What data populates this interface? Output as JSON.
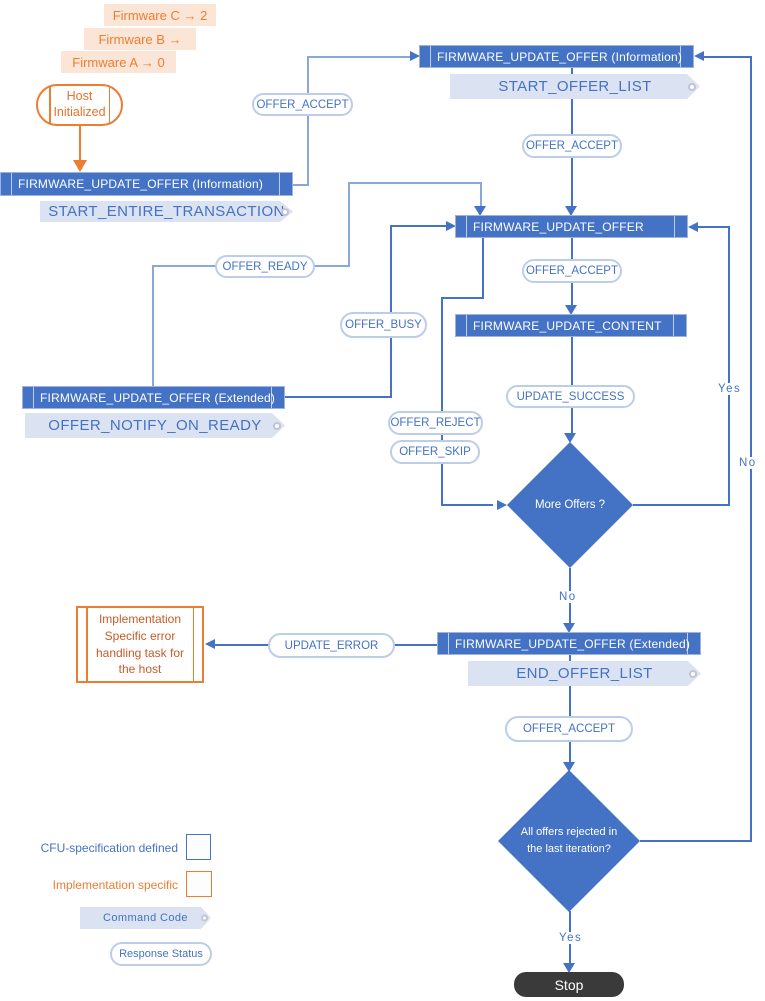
{
  "annotations": {
    "firmware_c": "Firmware C → 2",
    "firmware_b": "Firmware B →",
    "firmware_a": "Firmware A → 0"
  },
  "nodes": {
    "host": "Host Initialized",
    "offer_info_host": "FIRMWARE_UPDATE_OFFER (Information)",
    "offer_info_top": "FIRMWARE_UPDATE_OFFER (Information)",
    "offer": "FIRMWARE_UPDATE_OFFER",
    "content": "FIRMWARE_UPDATE_CONTENT",
    "offer_ext_notify": "FIRMWARE_UPDATE_OFFER (Extended)",
    "offer_ext_end": "FIRMWARE_UPDATE_OFFER (Extended)",
    "error_task": "Implementation Specific error handling task for the host",
    "stop": "Stop"
  },
  "command_tags": {
    "start_entire_transaction": "START_ENTIRE_TRANSACTION",
    "start_offer_list": "START_OFFER_LIST",
    "offer_notify_on_ready": "OFFER_NOTIFY_ON_READY",
    "end_offer_list": "END_OFFER_LIST"
  },
  "response_pills": {
    "offer_accept": "OFFER_ACCEPT",
    "offer_ready": "OFFER_READY",
    "offer_busy": "OFFER_BUSY",
    "offer_reject": "OFFER_REJECT",
    "offer_skip": "OFFER_SKIP",
    "update_success": "UPDATE_SUCCESS",
    "update_error": "UPDATE_ERROR"
  },
  "decisions": {
    "more_offers": "More Offers ?",
    "all_rejected": "All offers rejected in the last iteration?"
  },
  "edge_labels": {
    "yes": "Yes",
    "no": "No"
  },
  "legend": {
    "cfu_defined": "CFU-specification defined",
    "impl_specific": "Implementation specific",
    "command_code": "Command Code",
    "response_status": "Response Status"
  },
  "colors": {
    "primary_blue": "#4472C4",
    "light_edge_blue": "#8ba6d9",
    "tag_fill": "#dbe2f2",
    "pill_border": "#bccde9",
    "orange": "#ED7D31",
    "highlight_bg": "#fbe5d6",
    "stop_bg": "#3a3a3a"
  }
}
